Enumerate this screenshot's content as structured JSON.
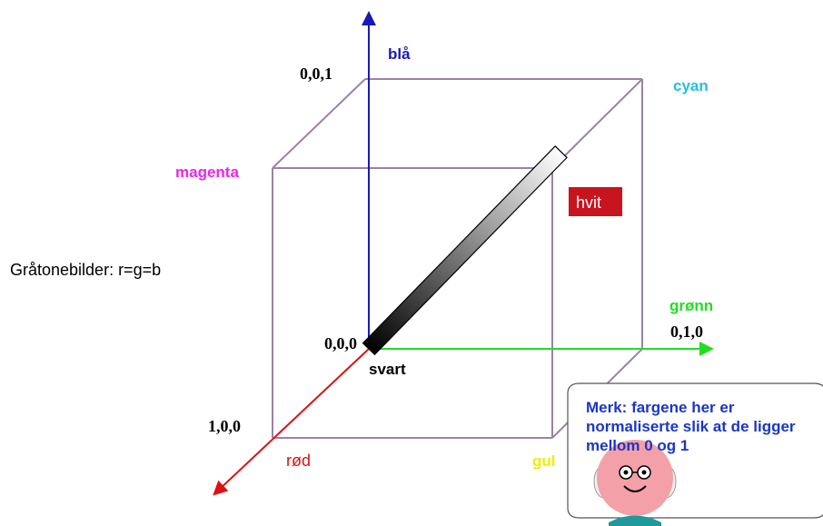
{
  "axes": {
    "blue_label": "blå",
    "green_label": "grønn",
    "red_label": "rød"
  },
  "corners": {
    "origin": "0,0,0",
    "blue_unit": "0,0,1",
    "green_unit": "0,1,0",
    "red_unit": "1,0,0"
  },
  "color_names": {
    "cyan": "cyan",
    "magenta": "magenta",
    "white": "hvit",
    "black": "svart",
    "yellow": "gul"
  },
  "grayscale_caption": "Gråtonebilder: r=g=b",
  "note": {
    "text": "Merk: fargene her er normaliserte slik at de ligger mellom 0 og 1"
  },
  "colors": {
    "blue_axis": "#1a1ab4",
    "green_axis": "#22dd22",
    "red_axis": "#dd1111",
    "cube_edge": "#9a82a8",
    "cyan": "#22c0e0",
    "magenta": "#ee22ee",
    "yellow": "#eeee00",
    "white_box": "#c8141e",
    "note_text": "#1a36c8"
  }
}
